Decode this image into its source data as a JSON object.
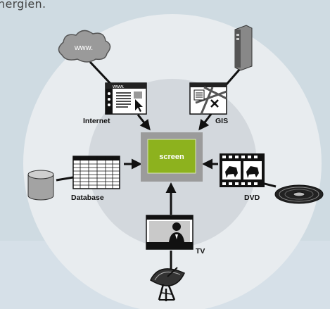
{
  "intro": {
    "text": "nergien."
  },
  "center": {
    "label": "screen"
  },
  "nodes": {
    "cloud": {
      "label": "www."
    },
    "internet": {
      "label": "Internet",
      "window_text": "www."
    },
    "gis": {
      "label": "GIS"
    },
    "database": {
      "label": "Database"
    },
    "dvd": {
      "label": "DVD"
    },
    "tv": {
      "label": "TV"
    }
  },
  "colors": {
    "background": "#cfdbe2",
    "outer_ring": "#e7ebee",
    "inner_ring": "#d2d7dc",
    "screen_bezel": "#9b9b9b",
    "screen_green": "#8db21e",
    "cloud": "#9a9a9a"
  }
}
